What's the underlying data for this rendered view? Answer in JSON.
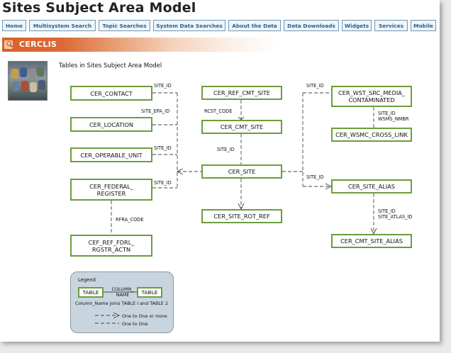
{
  "page": {
    "title": "Sites Subject Area Model"
  },
  "nav": {
    "items": [
      "Home",
      "Multisystem Search",
      "Topic Searches",
      "System Data Searches",
      "About the Data",
      "Data Downloads",
      "Widgets",
      "Services",
      "Mobile"
    ]
  },
  "banner": {
    "label": "CERCLIS",
    "icon": "search-icon"
  },
  "content": {
    "subtitle": "Tables in Sites Subject Area Model",
    "image": "barrels-photo"
  },
  "tables": {
    "cer_contact": "CER_CONTACT",
    "cer_location": "CER_LOCATION",
    "cer_operable_unit": "CER_OPERABLE_UNIT",
    "cer_federal_register": "CER_FEDERAL_\nREGISTER",
    "cef_ref_fdrl_rgstr_actn": "CEF_REF_FDRL_\nRGSTR_ACTN",
    "cer_ref_cmt_site": "CER_REF_CMT_SITE",
    "cer_cmt_site": "CER_CMT_SITE",
    "cer_site": "CER_SITE",
    "cer_site_rot_ref": "CER_SITE_ROT_REF",
    "cer_wst_src_media_contaminated": "CER_WST_SRC_MEDIA_\nCONTAMINATED",
    "cer_wsmc_cross_link": "CER_WSMC_CROSS_LINK",
    "cer_site_alias": "CER_SITE_ALIAS",
    "cer_cmt_site_alias": "CER_CMT_SITE_ALIAS"
  },
  "joins": {
    "contact_site_id": "SITE_ID",
    "location_site_epa_id": "SITE_EPA_ID",
    "operable_unit_site_id": "SITE_ID",
    "federal_register_site_id": "SITE_ID",
    "rfra_code": "RFRA_CODE",
    "rcst_code": "RCST_CODE",
    "cmt_site_site_id": "SITE_ID",
    "wst_site_id": "SITE_ID",
    "wsmc_site_id": "SITE_ID",
    "wsms_nmbr": "WSMS_NMBR",
    "alias_site_id": "SITE_ID",
    "cmt_alias_site_id": "SITE_ID",
    "site_atlas_id": "SITE_ATLAS_ID"
  },
  "legend": {
    "title": "Legend",
    "table_left": "TABLE",
    "table_right": "TABLE",
    "column_name": "COLUMN_\nNAME",
    "join_note": "Column_Name joins TABLE I and TABLE 2",
    "one_to_many": "One to One or more",
    "one_to_one": "One to One"
  }
}
